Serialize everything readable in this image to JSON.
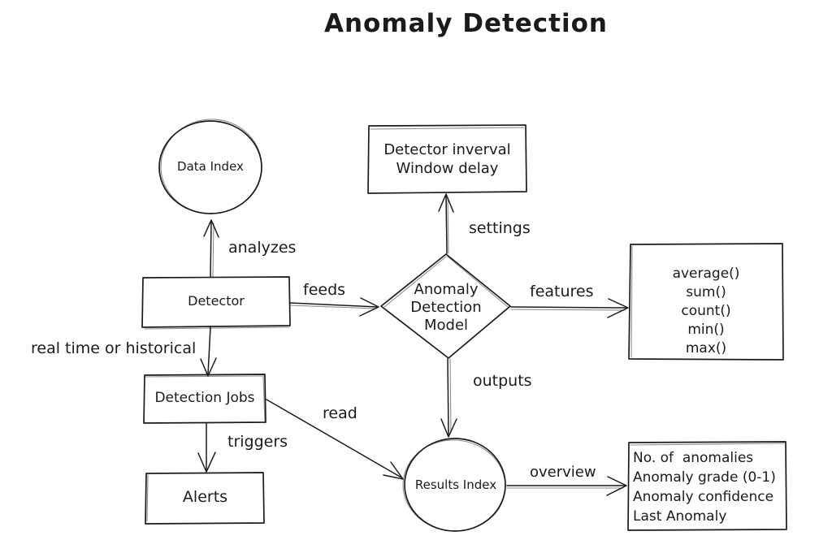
{
  "title": "Anomaly Detection",
  "colors": {
    "ink": "#1b1b1b",
    "background": "#ffffff"
  },
  "nodes": {
    "data_index": {
      "label": "Data Index",
      "shape": "circle"
    },
    "detector_interval": {
      "shape": "rect",
      "lines": [
        "Detector inverval",
        "Window delay"
      ]
    },
    "anomaly_detection_model": {
      "shape": "diamond",
      "lines": [
        "Anomaly",
        "Detection",
        "Model"
      ]
    },
    "feature_functions": {
      "shape": "rect",
      "lines": [
        "average()",
        "sum()",
        "count()",
        "min()",
        "max()"
      ]
    },
    "detector": {
      "label": "Detector",
      "shape": "rect"
    },
    "detection_jobs": {
      "label": "Detection Jobs",
      "shape": "rect"
    },
    "alerts": {
      "label": "Alerts",
      "shape": "rect"
    },
    "results_index": {
      "label": "Results Index",
      "shape": "circle"
    },
    "results_fields": {
      "shape": "rect",
      "lines": [
        "No. of  anomalies",
        "Anomaly grade (0-1)",
        "Anomaly confidence",
        "Last Anomaly"
      ]
    }
  },
  "edges": {
    "analyzes": {
      "label": "analyzes",
      "from": "detector",
      "to": "data_index"
    },
    "feeds": {
      "label": "feeds",
      "from": "detector",
      "to": "anomaly_detection_model"
    },
    "settings": {
      "label": "settings",
      "from": "anomaly_detection_model",
      "to": "detector_interval"
    },
    "features": {
      "label": "features",
      "from": "anomaly_detection_model",
      "to": "feature_functions"
    },
    "outputs": {
      "label": "outputs",
      "from": "anomaly_detection_model",
      "to": "results_index"
    },
    "real_time_or_historical": {
      "label": "real time or historical",
      "from": "detector",
      "to": "detection_jobs"
    },
    "triggers": {
      "label": "triggers",
      "from": "detection_jobs",
      "to": "alerts"
    },
    "read": {
      "label": "read",
      "from": "detection_jobs",
      "to": "results_index"
    },
    "overview": {
      "label": "overview",
      "from": "results_index",
      "to": "results_fields"
    }
  }
}
